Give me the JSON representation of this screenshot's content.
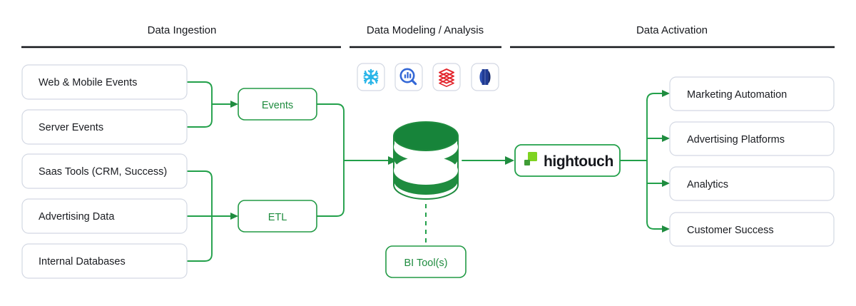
{
  "diagram": {
    "title": "Hightouch Data Stack Flow",
    "background_color": "#ffffff",
    "accent_green": "#22a04a",
    "box_border_gray": "#d3d8e3",
    "text_dark": "#16181d"
  },
  "sections": [
    {
      "id": "ingestion",
      "label": "Data Ingestion"
    },
    {
      "id": "modeling",
      "label": "Data Modeling / Analysis"
    },
    {
      "id": "activation",
      "label": "Data Activation"
    }
  ],
  "sources": [
    {
      "label": "Web & Mobile Events"
    },
    {
      "label": "Server Events"
    },
    {
      "label": "Saas Tools (CRM, Success)"
    },
    {
      "label": "Advertising Data"
    },
    {
      "label": "Internal Databases"
    }
  ],
  "pipelines": [
    {
      "label": "Events"
    },
    {
      "label": "ETL"
    }
  ],
  "warehouse_icons": [
    {
      "name": "snowflake-icon",
      "label": "Snowflake",
      "color": "#29b5e8"
    },
    {
      "name": "bigquery-icon",
      "label": "BigQuery",
      "color": "#3367d6"
    },
    {
      "name": "databricks-icon",
      "label": "Databricks",
      "color": "#e3242b"
    },
    {
      "name": "redshift-icon",
      "label": "Redshift",
      "color": "#1f3a93"
    }
  ],
  "warehouse": {
    "name": "data-warehouse-cylinder",
    "label": "Data Warehouse",
    "color": "#1f8c3f"
  },
  "bi_tool": {
    "label": "BI Tool(s)"
  },
  "hightouch": {
    "wordmark": "hightouch",
    "logo_color_light": "#7ed321",
    "logo_color_dark": "#3f9c35"
  },
  "destinations": [
    {
      "label": "Marketing Automation"
    },
    {
      "label": "Advertising Platforms"
    },
    {
      "label": "Analytics"
    },
    {
      "label": "Customer Success"
    }
  ]
}
